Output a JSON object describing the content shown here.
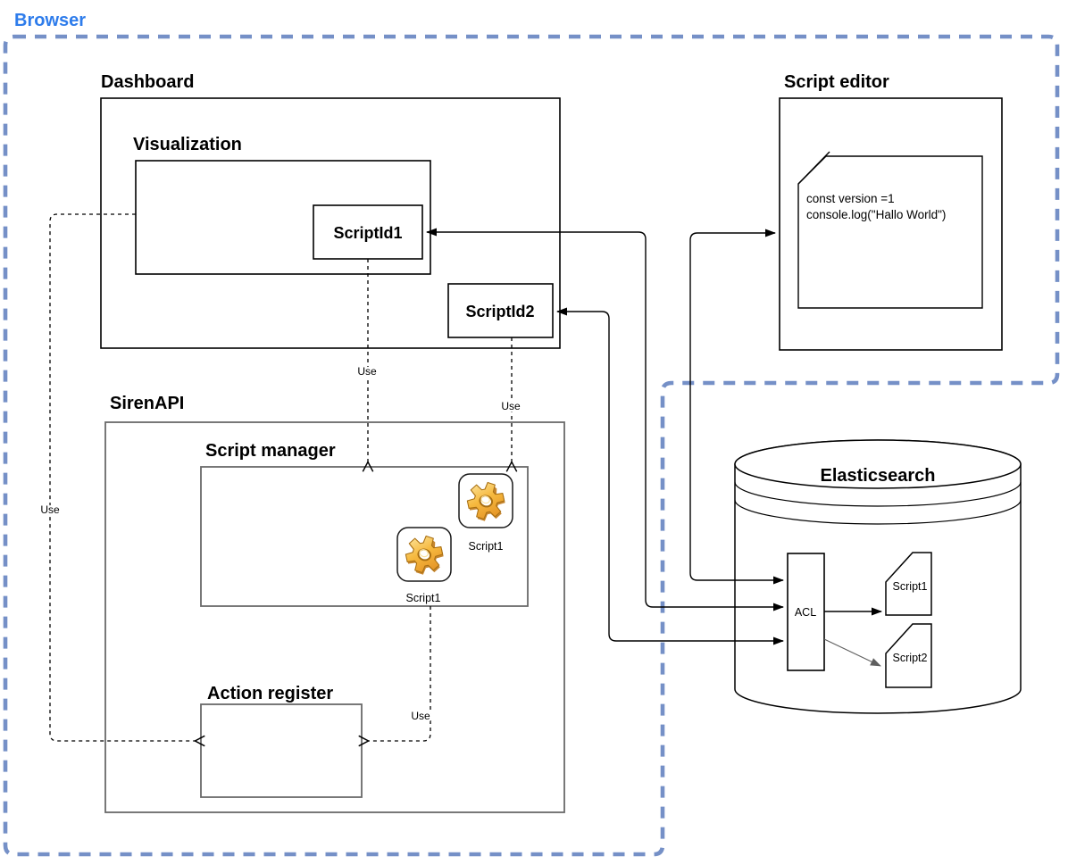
{
  "browser": {
    "label": "Browser"
  },
  "dashboard": {
    "title": "Dashboard",
    "visualization_title": "Visualization",
    "script_id1_label": "ScriptId1",
    "script_id2_label": "ScriptId2"
  },
  "script_editor": {
    "title": "Script editor",
    "code_lines": [
      "const version =1",
      "console.log(\"Hallo World\")"
    ]
  },
  "siren_api": {
    "title": "SirenAPI",
    "script_manager": {
      "title": "Script manager",
      "gear1_label": "Script1",
      "gear2_label": "Script1"
    },
    "action_register": {
      "title": "Action register"
    }
  },
  "elasticsearch": {
    "title": "Elasticsearch",
    "acl_label": "ACL",
    "doc1_label": "Script1",
    "doc2_label": "Script2"
  },
  "edge_labels": {
    "use_scriptid1": "Use",
    "use_scriptid2": "Use",
    "use_visualization": "Use",
    "use_script_manager": "Use"
  },
  "colors": {
    "browser_label": "#2e7ceb",
    "browser_border": "#7590c7",
    "shape_border": "#000000",
    "container_border": "#696969",
    "gear_gold_light": "#fde9a8",
    "gear_gold_mid": "#f6b93f",
    "gear_gold_dark": "#e08a20"
  }
}
